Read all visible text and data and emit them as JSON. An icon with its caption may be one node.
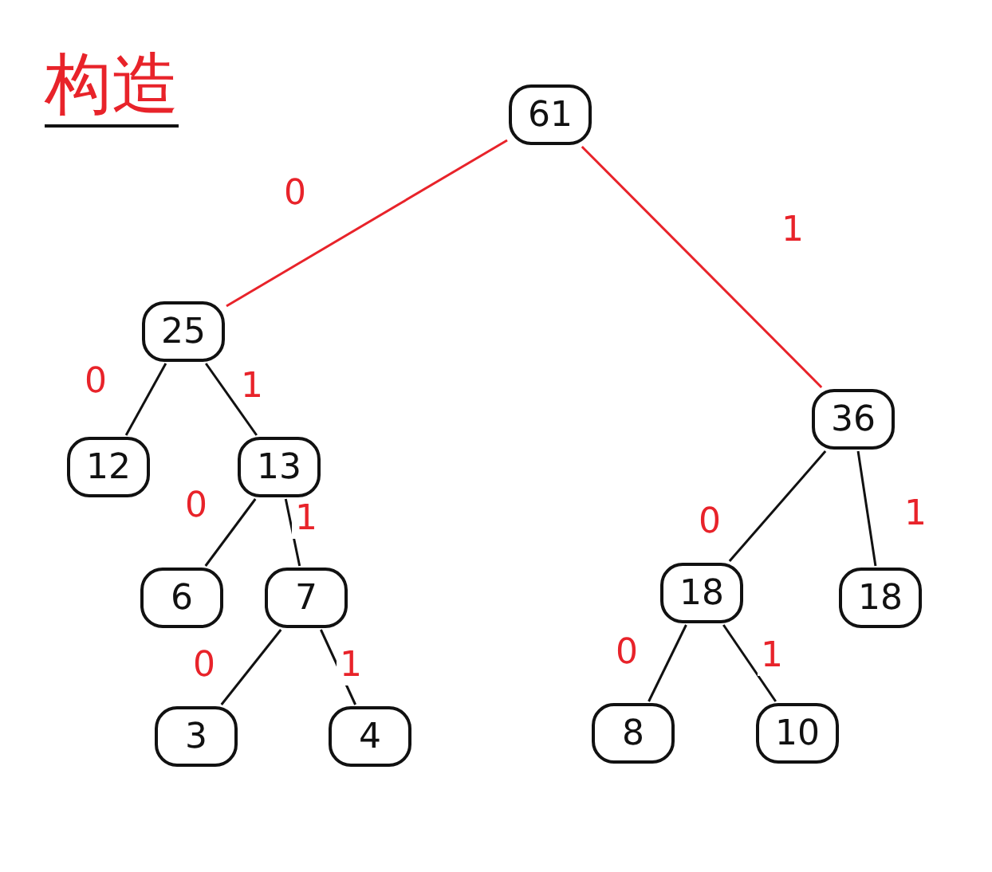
{
  "diagram": {
    "title": "构造",
    "nodes": [
      {
        "text": [
          "61"
        ]
      },
      {
        "text": [
          "25"
        ]
      },
      {
        "text": [
          "36"
        ]
      },
      {
        "text": [
          "12"
        ]
      },
      {
        "text": [
          "13"
        ]
      },
      {
        "text": [
          "18"
        ]
      },
      {
        "text": [
          "18"
        ]
      },
      {
        "text": [
          "6"
        ]
      },
      {
        "text": [
          "7"
        ]
      },
      {
        "text": [
          "8"
        ]
      },
      {
        "text": [
          "10"
        ]
      },
      {
        "text": [
          "3"
        ]
      },
      {
        "text": [
          "4"
        ]
      }
    ],
    "edges": [
      {
        "from": 0,
        "to": 1,
        "arrow": "none",
        "label": "0",
        "color": "#e8232a"
      },
      {
        "from": 0,
        "to": 2,
        "arrow": "none",
        "label": "1",
        "color": "#e8232a"
      },
      {
        "from": 1,
        "to": 3,
        "arrow": "none",
        "label": "0"
      },
      {
        "from": 1,
        "to": 4,
        "arrow": "none",
        "label": "1"
      },
      {
        "from": 4,
        "to": 7,
        "arrow": "none",
        "label": "0"
      },
      {
        "from": 4,
        "to": 8,
        "arrow": "none",
        "label": "1"
      },
      {
        "from": 8,
        "to": 11,
        "arrow": "none",
        "label": "0"
      },
      {
        "from": 8,
        "to": 12,
        "arrow": "none",
        "label": "1"
      },
      {
        "from": 2,
        "to": 5,
        "arrow": "none",
        "label": "0"
      },
      {
        "from": 2,
        "to": 6,
        "arrow": "none",
        "label": "1"
      },
      {
        "from": 5,
        "to": 9,
        "arrow": "none",
        "label": "0"
      },
      {
        "from": 5,
        "to": 10,
        "arrow": "none",
        "label": "1"
      }
    ]
  }
}
